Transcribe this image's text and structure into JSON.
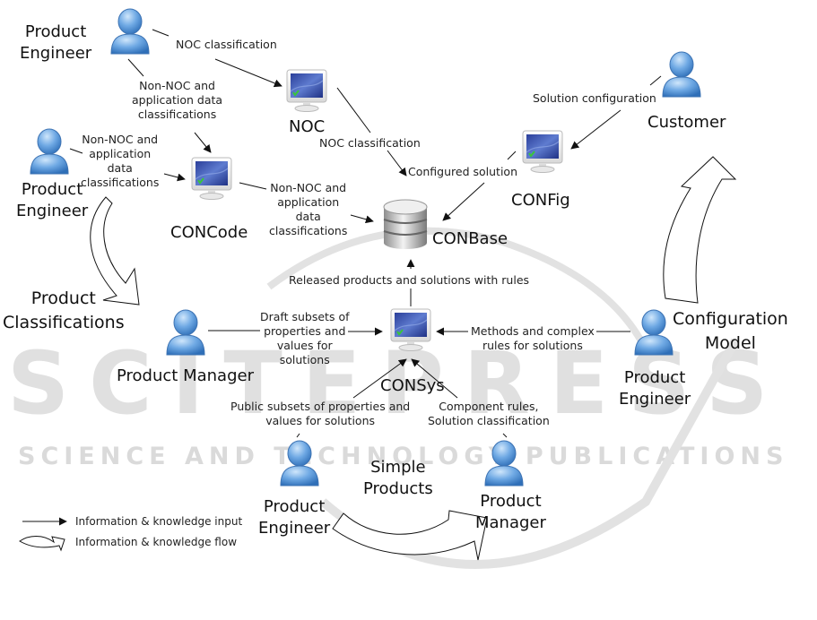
{
  "watermark": {
    "line1": "SCITEPRESS",
    "line2": "SCIENCE AND TECHNOLOGY PUBLICATIONS"
  },
  "actors": {
    "pe_top": "Product\nEngineer",
    "pe_left": "Product\nEngineer",
    "customer": "Customer",
    "product_manager": "Product Manager",
    "pe_right": "Product\nEngineer",
    "pe_bottom": "Product\nEngineer",
    "pm_bottom": "Product\nManager"
  },
  "systems": {
    "noc": "NOC",
    "concode": "CONCode",
    "conbase": "CONBase",
    "config": "CONFig",
    "consys": "CONSys"
  },
  "edges": {
    "noc_classification_1": "NOC classification",
    "non_noc_top": "Non-NOC and\napplication data\nclassifications",
    "non_noc_left": "Non-NOC and\napplication\ndata\nclassifications",
    "noc_classification_2": "NOC classification",
    "non_noc_concode": "Non-NOC and\napplication\ndata\nclassifications",
    "solution_configuration": "Solution configuration",
    "configured_solution": "Configured solution",
    "released": "Released products and solutions with rules",
    "draft_subsets": "Draft subsets of\nproperties and\nvalues for\nsolutions",
    "methods_rules": "Methods and complex\nrules for solutions",
    "public_subsets": "Public subsets of properties and\nvalues for solutions",
    "component_rules": "Component rules,\nSolution classification"
  },
  "flows": {
    "product_classifications": "Product\nClassifications",
    "configuration_model": "Configuration\nModel",
    "simple_products": "Simple\nProducts"
  },
  "legend": {
    "input": "Information & knowledge input",
    "flow": "Information & knowledge flow"
  }
}
